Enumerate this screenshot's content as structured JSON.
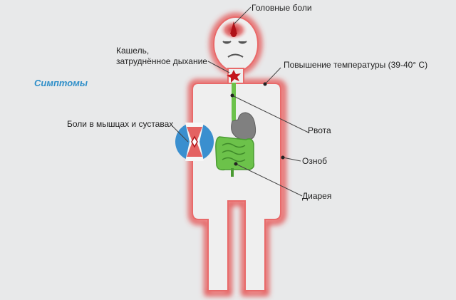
{
  "diagram": {
    "title": "Симптомы",
    "labels": {
      "headache": "Головные боли",
      "cough_line1": "Кашель,",
      "cough_line2": "затруднённое дыхание",
      "fever": "Повышение температуры (39-40° С)",
      "muscle": "Боли в мышцах и суставах",
      "vomit": "Рвота",
      "chills": "Озноб",
      "diarrhea": "Диарея"
    },
    "colors": {
      "background": "#e8e9ea",
      "body_glow": "#e23a3a",
      "body_fill": "#eeeeee",
      "head_pain": "#c4161c",
      "stomach": "#7a7a7a",
      "esophagus": "#6cc24a",
      "intestine": "#6cc24a",
      "joint_circle": "#3a8fcf",
      "title": "#2f8fc9"
    }
  }
}
